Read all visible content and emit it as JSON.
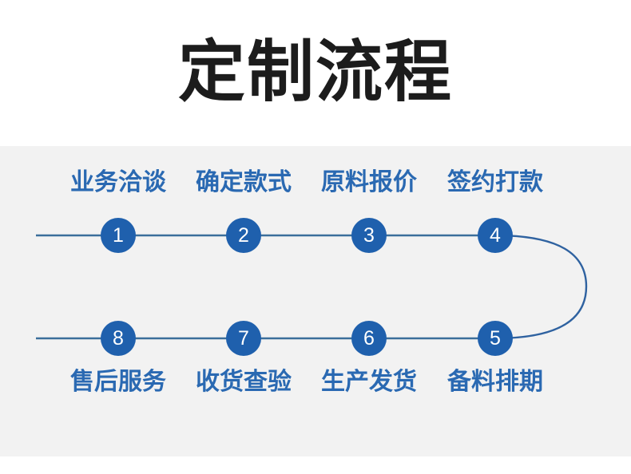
{
  "page": {
    "title": "定制流程",
    "background_color": "#ffffff",
    "panel_color": "#f2f2f2",
    "accent_color": "#1f60ad",
    "label_color": "#2a69b2",
    "line_color": "#3b6e9b",
    "title_color": "#1c1c1c"
  },
  "flow": {
    "top_row": [
      {
        "number": "1",
        "label": "业务洽谈"
      },
      {
        "number": "2",
        "label": "确定款式"
      },
      {
        "number": "3",
        "label": "原料报价"
      },
      {
        "number": "4",
        "label": "签约打款"
      }
    ],
    "bottom_row": [
      {
        "number": "8",
        "label": "售后服务"
      },
      {
        "number": "7",
        "label": "收货查验"
      },
      {
        "number": "6",
        "label": "生产发货"
      },
      {
        "number": "5",
        "label": "备料排期"
      }
    ]
  }
}
